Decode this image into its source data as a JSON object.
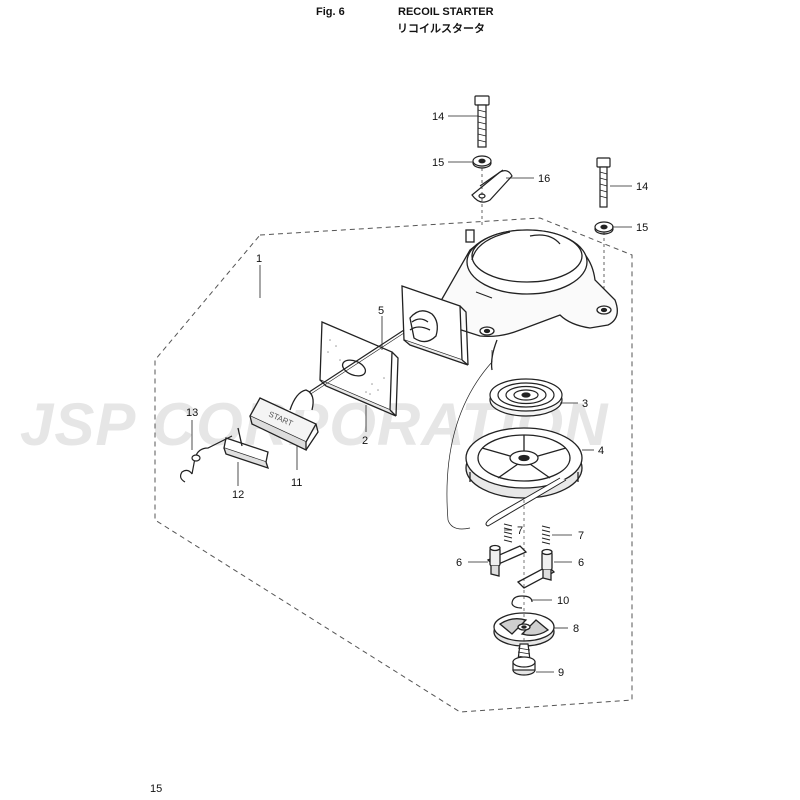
{
  "header": {
    "figure_label": "Fig. 6",
    "title": "RECOIL STARTER",
    "subtitle": "リコイルスタータ"
  },
  "watermark": "JSP CORPORATION",
  "start_grip_text": "START",
  "page_number": "15",
  "callouts": {
    "c1": "1",
    "c2": "2",
    "c3": "3",
    "c4": "4",
    "c5": "5",
    "c6a": "6",
    "c6b": "6",
    "c7a": "7",
    "c7b": "7",
    "c8": "8",
    "c9": "9",
    "c10": "10",
    "c11": "11",
    "c12": "12",
    "c13": "13",
    "c14a": "14",
    "c14b": "14",
    "c15a": "15",
    "c15b": "15",
    "c16": "16"
  },
  "colors": {
    "line": "#222222",
    "dash": "#555555",
    "watermark": "#e6e6e6",
    "grip": "#f4f4f4"
  }
}
